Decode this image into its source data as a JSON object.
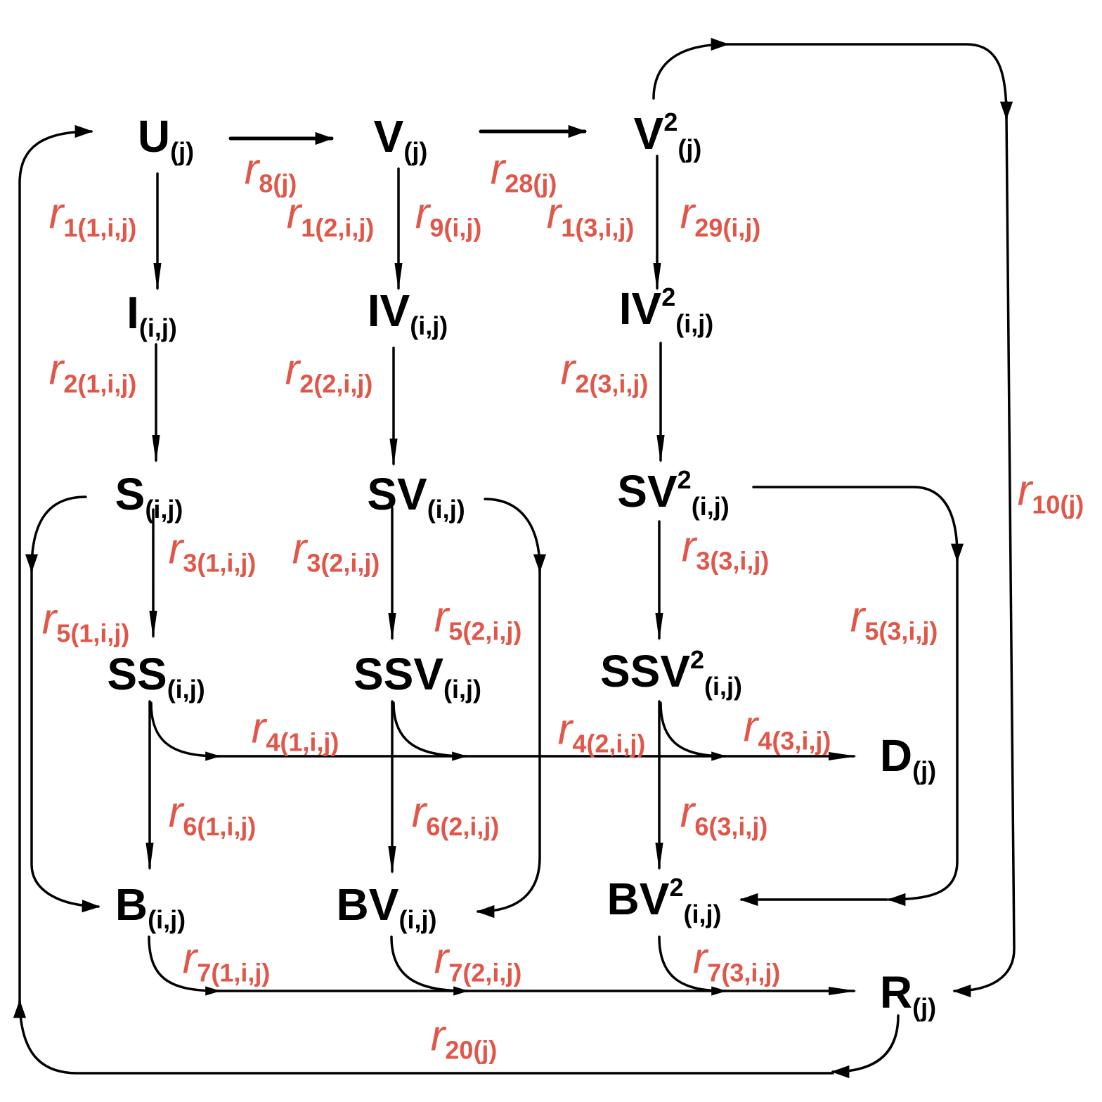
{
  "colors": {
    "node_text": "#000000",
    "rate_text": "#e0574a",
    "edge": "#000000"
  },
  "nodes": {
    "U": {
      "base": "U",
      "sup": "",
      "sub": "(j)"
    },
    "V": {
      "base": "V",
      "sup": "",
      "sub": "(j)"
    },
    "V2": {
      "base": "V",
      "sup": "2",
      "sub": "(j)"
    },
    "I": {
      "base": "I",
      "sup": "",
      "sub": "(i,j)"
    },
    "IV": {
      "base": "IV",
      "sup": "",
      "sub": "(i,j)"
    },
    "IV2": {
      "base": "IV",
      "sup": "2",
      "sub": "(i,j)"
    },
    "S": {
      "base": "S",
      "sup": "",
      "sub": "(i,j)"
    },
    "SV": {
      "base": "SV",
      "sup": "",
      "sub": "(i,j)"
    },
    "SV2": {
      "base": "SV",
      "sup": "2",
      "sub": "(i,j)"
    },
    "SS": {
      "base": "SS",
      "sup": "",
      "sub": "(i,j)"
    },
    "SSV": {
      "base": "SSV",
      "sup": "",
      "sub": "(i,j)"
    },
    "SSV2": {
      "base": "SSV",
      "sup": "2",
      "sub": "(i,j)"
    },
    "D": {
      "base": "D",
      "sup": "",
      "sub": "(j)"
    },
    "B": {
      "base": "B",
      "sup": "",
      "sub": "(i,j)"
    },
    "BV": {
      "base": "BV",
      "sup": "",
      "sub": "(i,j)"
    },
    "BV2": {
      "base": "BV",
      "sup": "2",
      "sub": "(i,j)"
    },
    "R": {
      "base": "R",
      "sup": "",
      "sub": "(j)"
    }
  },
  "rates": {
    "r8": {
      "r": "r",
      "sub": "8(j)"
    },
    "r28": {
      "r": "r",
      "sub": "28(j)"
    },
    "r1_1": {
      "r": "r",
      "sub": "1(1,i,j)"
    },
    "r1_2": {
      "r": "r",
      "sub": "1(2,i,j)"
    },
    "r9": {
      "r": "r",
      "sub": "9(i,j)"
    },
    "r1_3": {
      "r": "r",
      "sub": "1(3,i,j)"
    },
    "r29": {
      "r": "r",
      "sub": "29(i,j)"
    },
    "r2_1": {
      "r": "r",
      "sub": "2(1,i,j)"
    },
    "r2_2": {
      "r": "r",
      "sub": "2(2,i,j)"
    },
    "r2_3": {
      "r": "r",
      "sub": "2(3,i,j)"
    },
    "r10": {
      "r": "r",
      "sub": "10(j)"
    },
    "r3_1": {
      "r": "r",
      "sub": "3(1,i,j)"
    },
    "r3_2": {
      "r": "r",
      "sub": "3(2,i,j)"
    },
    "r3_3": {
      "r": "r",
      "sub": "3(3,i,j)"
    },
    "r5_1": {
      "r": "r",
      "sub": "5(1,i,j)"
    },
    "r5_2": {
      "r": "r",
      "sub": "5(2,i,j)"
    },
    "r5_3": {
      "r": "r",
      "sub": "5(3,i,j)"
    },
    "r4_1": {
      "r": "r",
      "sub": "4(1,i,j)"
    },
    "r4_2": {
      "r": "r",
      "sub": "4(2,i,j)"
    },
    "r4_3": {
      "r": "r",
      "sub": "4(3,i,j)"
    },
    "r6_1": {
      "r": "r",
      "sub": "6(1,i,j)"
    },
    "r6_2": {
      "r": "r",
      "sub": "6(2,i,j)"
    },
    "r6_3": {
      "r": "r",
      "sub": "6(3,i,j)"
    },
    "r7_1": {
      "r": "r",
      "sub": "7(1,i,j)"
    },
    "r7_2": {
      "r": "r",
      "sub": "7(2,i,j)"
    },
    "r7_3": {
      "r": "r",
      "sub": "7(3,i,j)"
    },
    "r20": {
      "r": "r",
      "sub": "20(j)"
    }
  }
}
